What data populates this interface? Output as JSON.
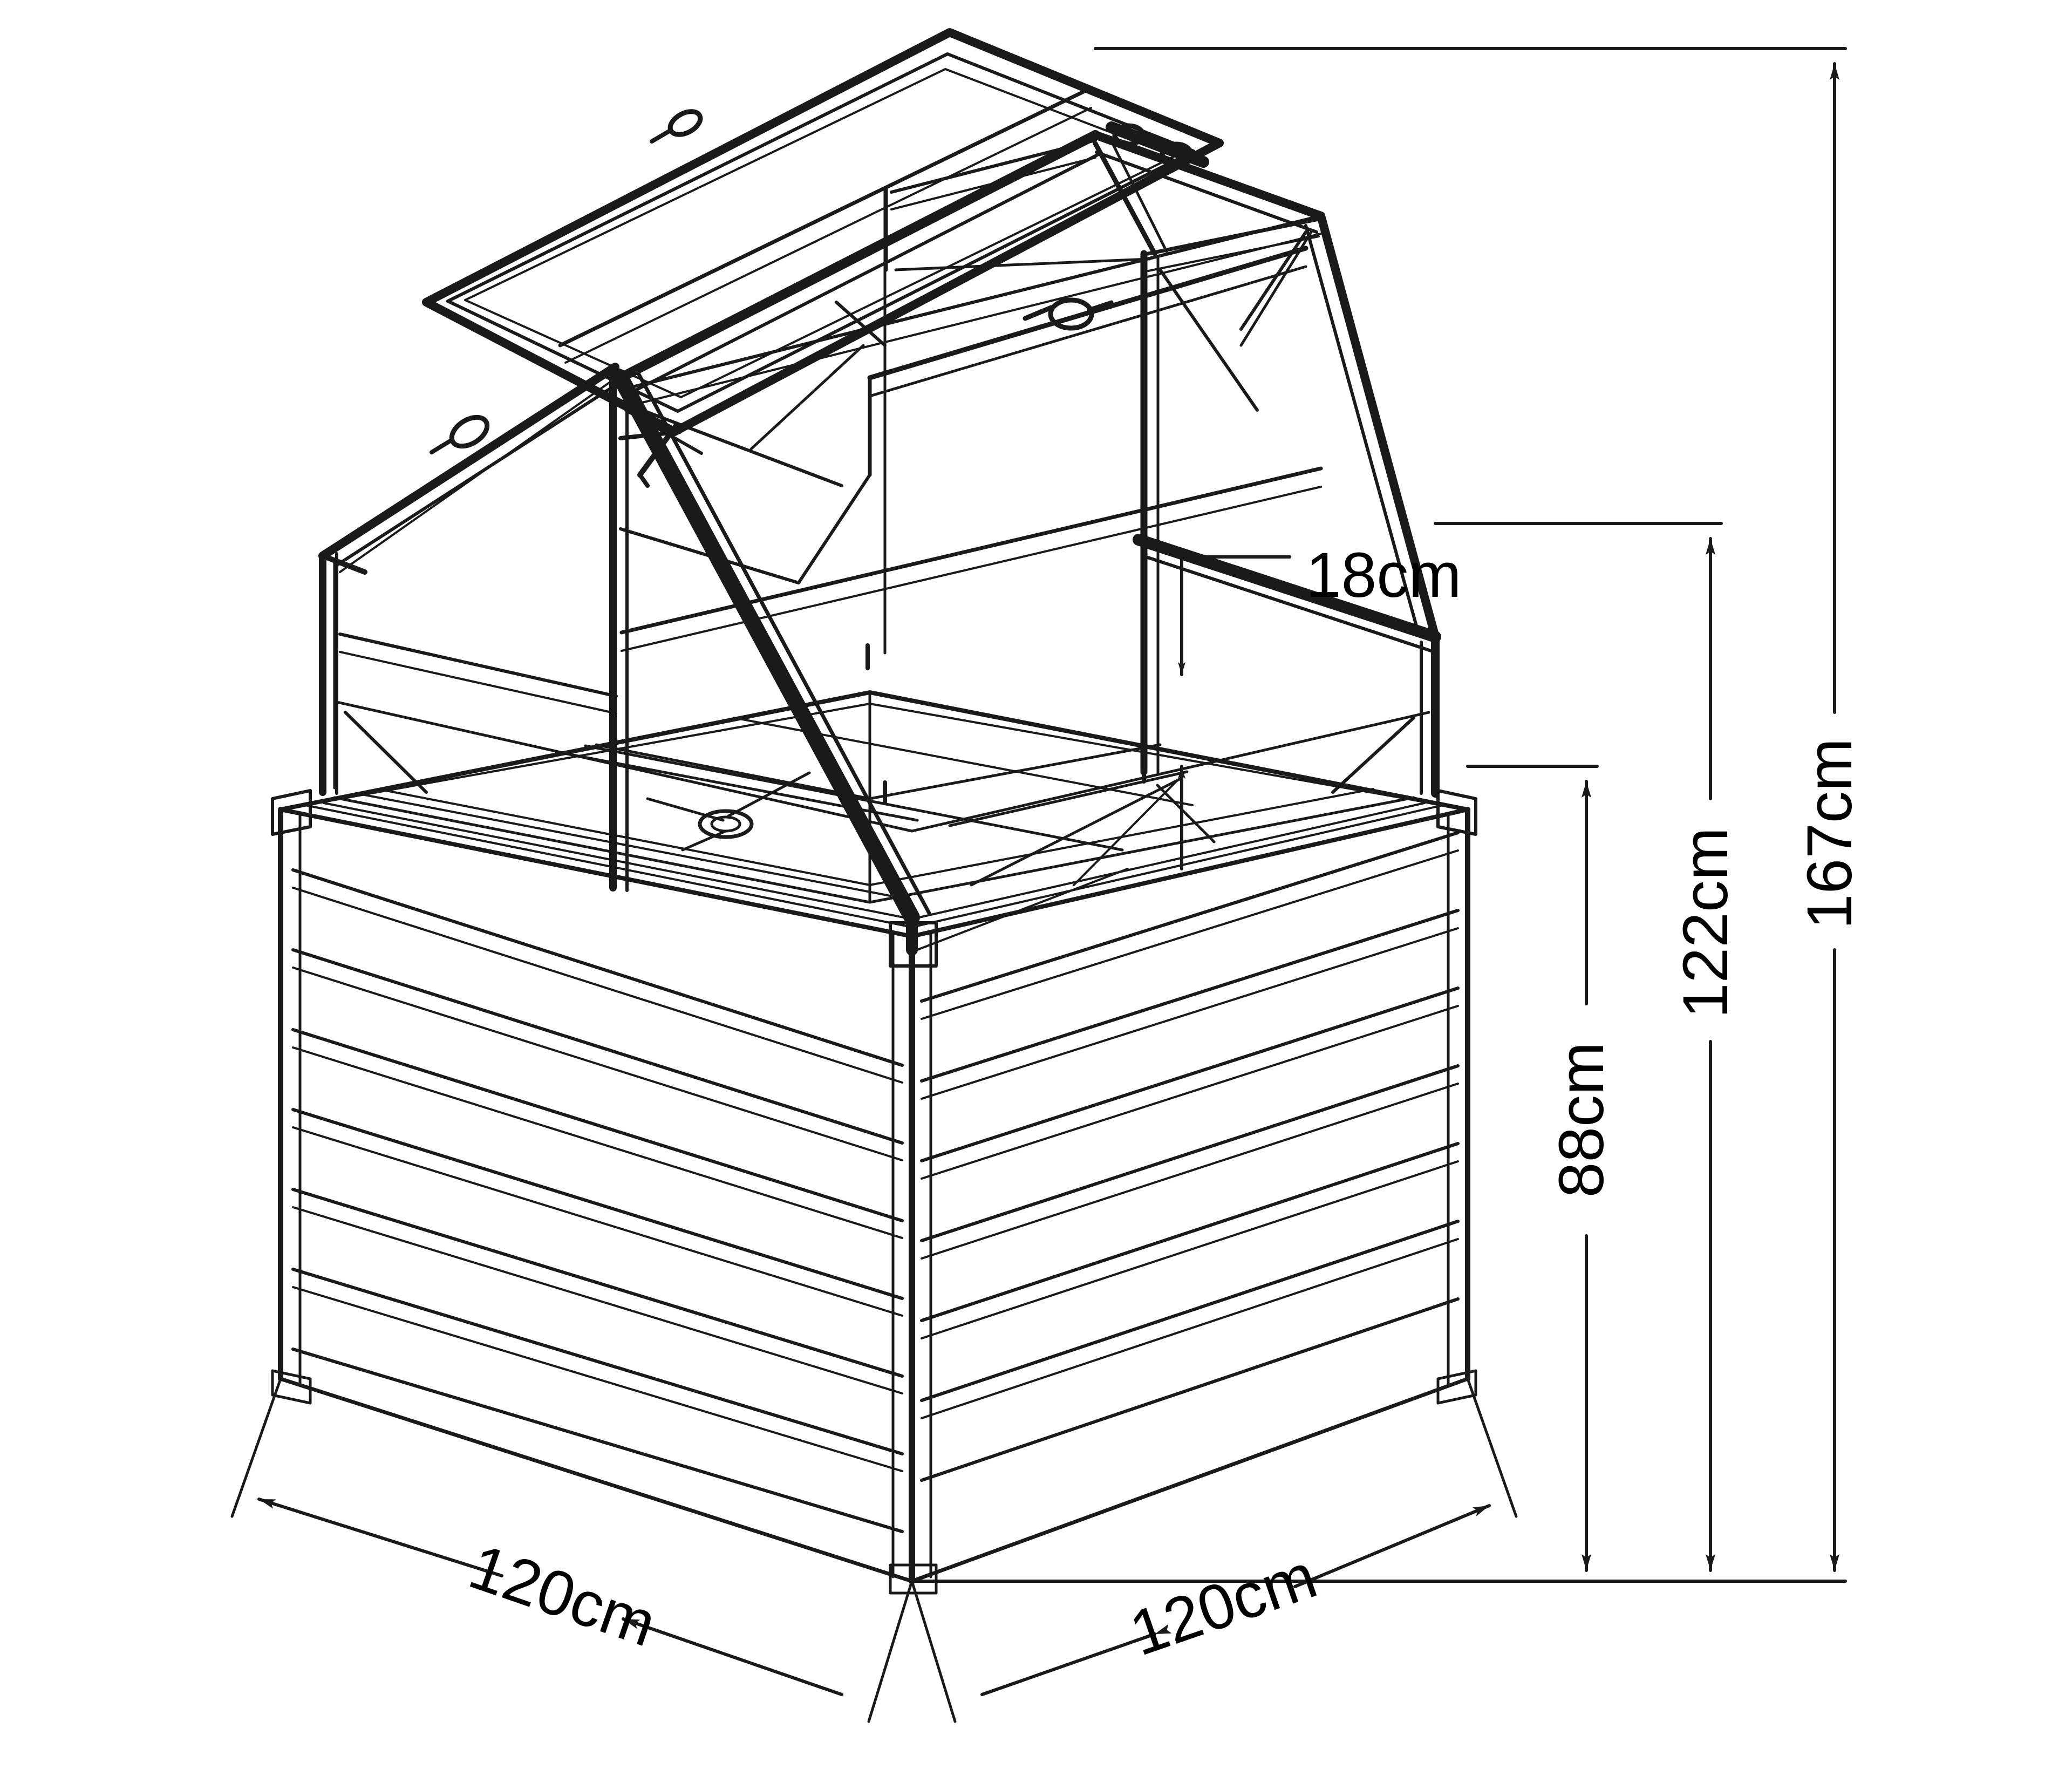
{
  "drawing": {
    "title": "Raised bed greenhouse — dimensioned isometric view",
    "subject": "hochbeet-gewaechshaus",
    "units": "cm",
    "line_color": "#1a1a1a",
    "background_color": "#ffffff",
    "projection": "isometric"
  },
  "dimensions": {
    "total_height": {
      "label": "167cm",
      "value": 167,
      "unit": "cm",
      "orientation": "vertical",
      "rotation": -90,
      "measures": "ground to roof ridge"
    },
    "eave_height": {
      "label": "122cm",
      "value": 122,
      "unit": "cm",
      "orientation": "vertical",
      "rotation": -90,
      "measures": "ground to roof eave"
    },
    "bed_height": {
      "label": "88cm",
      "value": 88,
      "unit": "cm",
      "orientation": "vertical",
      "rotation": -90,
      "measures": "ground to bed rim"
    },
    "rim_depth": {
      "label": "18cm",
      "value": 18,
      "unit": "cm",
      "orientation": "vertical",
      "rotation": 0,
      "measures": "inner rim depth"
    },
    "width_left": {
      "label": "120cm",
      "value": 120,
      "unit": "cm",
      "orientation": "diagonal",
      "rotation": 20,
      "measures": "bed width, left face"
    },
    "width_right": {
      "label": "120cm",
      "value": 120,
      "unit": "cm",
      "orientation": "diagonal",
      "rotation": -20,
      "measures": "bed depth, right face"
    }
  },
  "structure": {
    "bed_panel_slats_per_face": 7,
    "corner_posts": 4,
    "roof_type": "gable",
    "lid_state": "open",
    "glazing": "transparent panels"
  }
}
